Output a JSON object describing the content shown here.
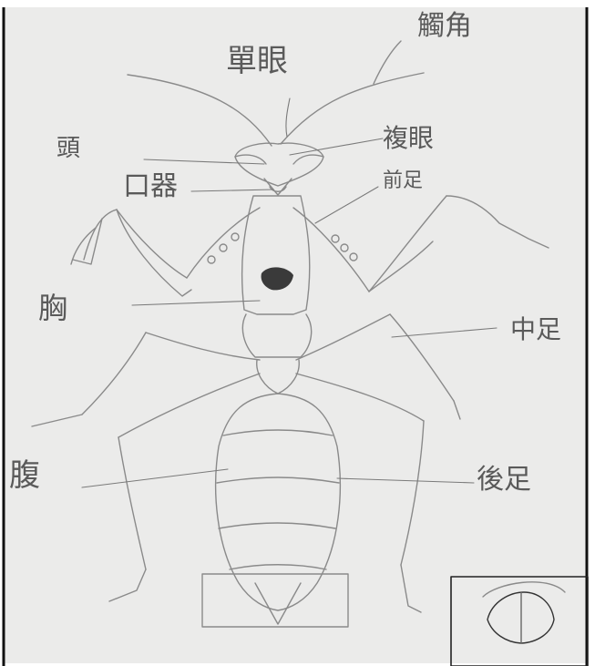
{
  "diagram": {
    "labels": {
      "simple_eye": "單眼",
      "antenna": "觸角",
      "head": "頭",
      "compound_eye": "複眼",
      "mouthparts": "口器",
      "foreleg": "前足",
      "thorax": "胸",
      "midleg": "中足",
      "abdomen": "腹",
      "hindleg": "後足"
    },
    "colors": {
      "paper": "#ebebea",
      "pencil": "#8a8a8a",
      "dark": "#3a3a3a",
      "text": "#5a5a5a",
      "frame": "#111111"
    },
    "style": "pencil sketch of a praying mantis, dorsal view, with inset detail of the abdomen tip"
  }
}
